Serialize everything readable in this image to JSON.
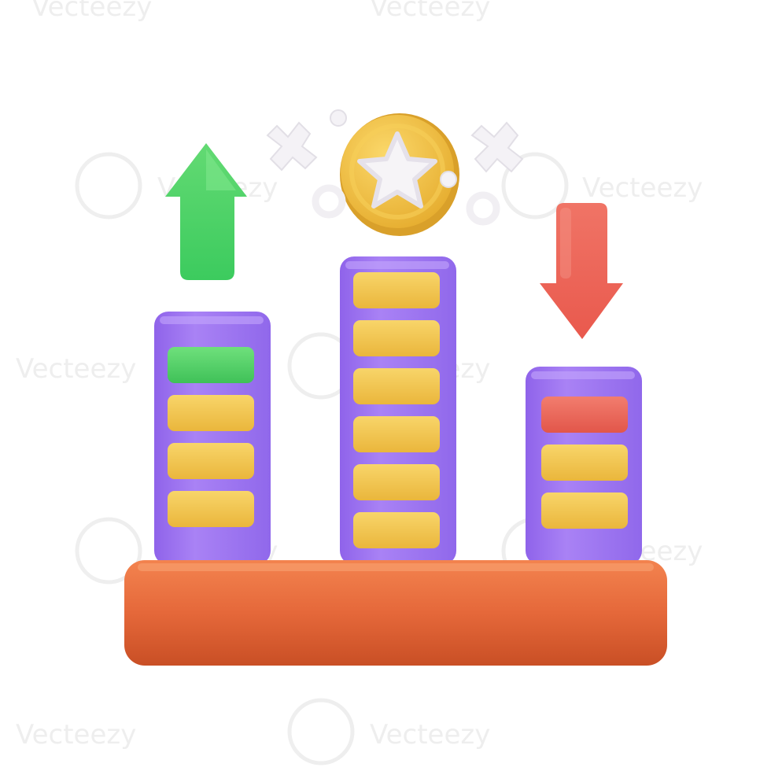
{
  "watermark": {
    "text": "Vecteezy"
  },
  "illustration": {
    "bars": [
      {
        "name": "left",
        "blocks": 4,
        "top_block_color": "#55d36a",
        "trend": "up"
      },
      {
        "name": "middle",
        "blocks": 6,
        "top_block_color": "#f3c650",
        "trend": "top"
      },
      {
        "name": "right",
        "blocks": 3,
        "top_block_color": "#ef6b5c",
        "trend": "down"
      }
    ],
    "colors": {
      "bar_body": "#a57bf2",
      "block": "#f3c650",
      "base": "#e9683b",
      "arrow_up": "#4fd36a",
      "arrow_down": "#ee6b5f",
      "coin": "#f2c246",
      "star": "#f6f4f7"
    },
    "icons": [
      "up-arrow-icon",
      "down-arrow-icon",
      "star-coin-icon",
      "sparkle-icon",
      "ring-icon"
    ]
  }
}
